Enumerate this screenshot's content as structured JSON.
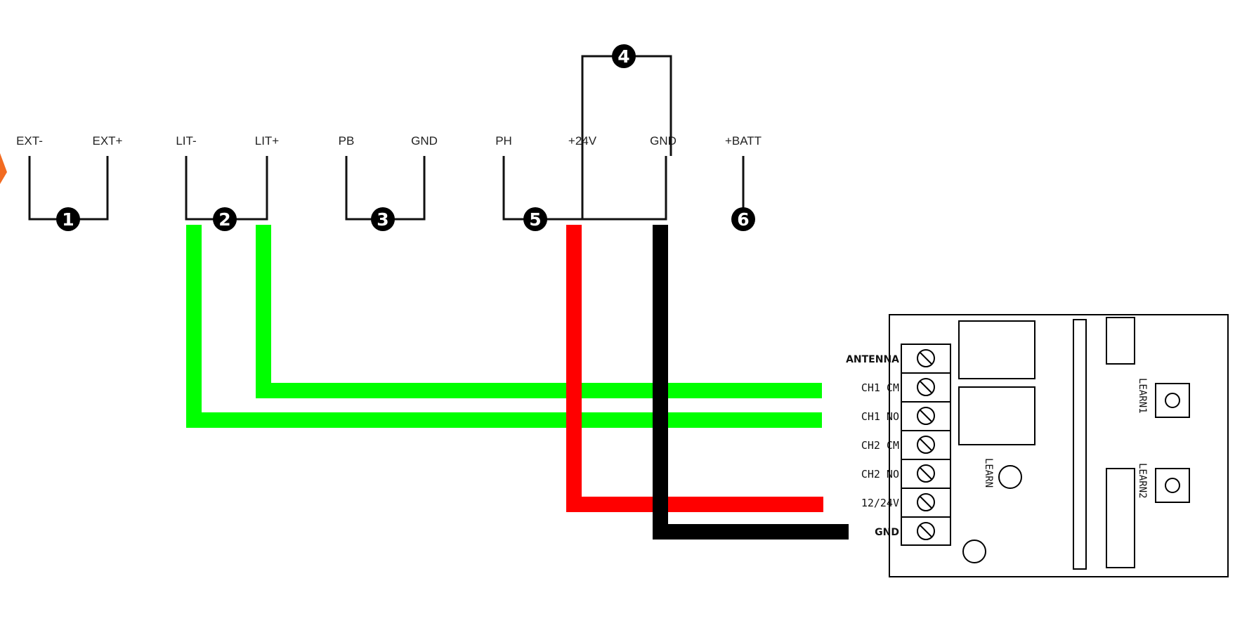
{
  "terminals": [
    {
      "label": "EXT-"
    },
    {
      "label": "EXT+"
    },
    {
      "label": "LIT-"
    },
    {
      "label": "LIT+"
    },
    {
      "label": "PB"
    },
    {
      "label": "GND"
    },
    {
      "label": "PH"
    },
    {
      "label": "+24V"
    },
    {
      "label": "GND"
    },
    {
      "label": "+BATT"
    }
  ],
  "groups": [
    {
      "number": "1"
    },
    {
      "number": "2"
    },
    {
      "number": "3"
    },
    {
      "number": "4"
    },
    {
      "number": "5"
    },
    {
      "number": "6"
    }
  ],
  "receiver": {
    "pins": [
      {
        "label": "ANTENNA"
      },
      {
        "label": "CH1 CM"
      },
      {
        "label": "CH1 NO"
      },
      {
        "label": "CH2 CM"
      },
      {
        "label": "CH2 NO"
      },
      {
        "label": "12/24V"
      },
      {
        "label": "GND"
      }
    ],
    "learn_label": "LEARN",
    "learn1_label": "LEARN1",
    "learn2_label": "LEARN2"
  },
  "wire_colors": {
    "green": "#00ff00",
    "red": "#ff0000",
    "black": "#000000",
    "accent_orange": "#f26b21"
  }
}
